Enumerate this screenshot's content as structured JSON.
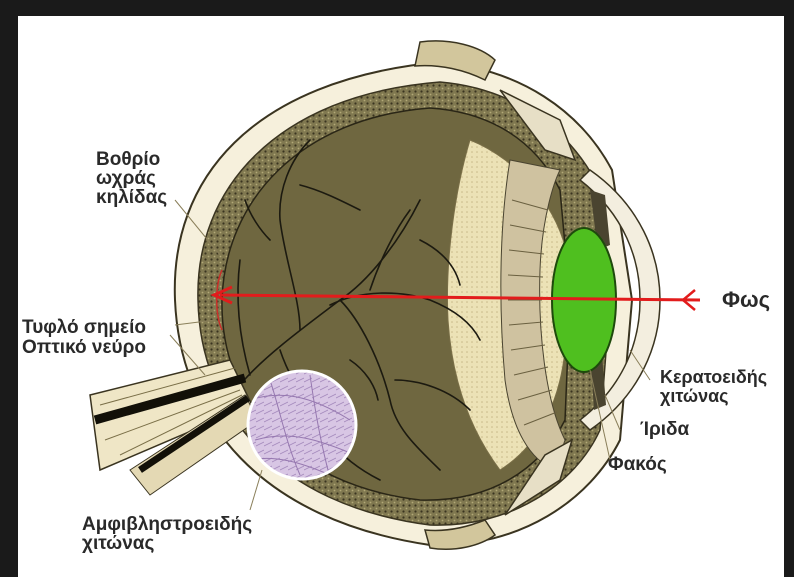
{
  "labels": {
    "fovea": [
      "Βοθρίο",
      "ωχράς",
      "κηλίδας"
    ],
    "blind_spot": "Τυφλό σημείο",
    "optic_nerve": "Οπτικό νεύρο",
    "retina": [
      "Αμφιβληστροειδής",
      "χιτώνας"
    ],
    "cornea": [
      "Κερατοειδής",
      "χιτώνας"
    ],
    "iris": "Ίριδα",
    "lens": "Φακός",
    "light": "Φως"
  },
  "colors": {
    "background": "#1a1a1a",
    "panel": "#ffffff",
    "light_arrow": "#e21c1c",
    "lens": "#4fbf1f",
    "fundus": "#6f6740",
    "vessels": "#1c1a10",
    "magnifier": "#d9c7e6"
  }
}
